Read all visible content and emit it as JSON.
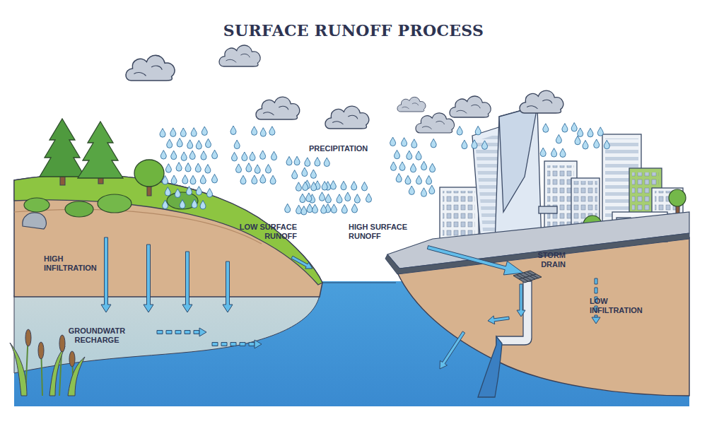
{
  "diagram": {
    "title": "SURFACE RUNOFF PROCESS",
    "labels": [
      "PRECIPITATION",
      "LOW SURFACE RUNOFF",
      "HIGH SURFACE RUNOFF",
      "HIGH INFILTRATION",
      "GROUNDWATR RECHARGE",
      "STORM DRAIN",
      "LOW INFILTRATION"
    ]
  }
}
